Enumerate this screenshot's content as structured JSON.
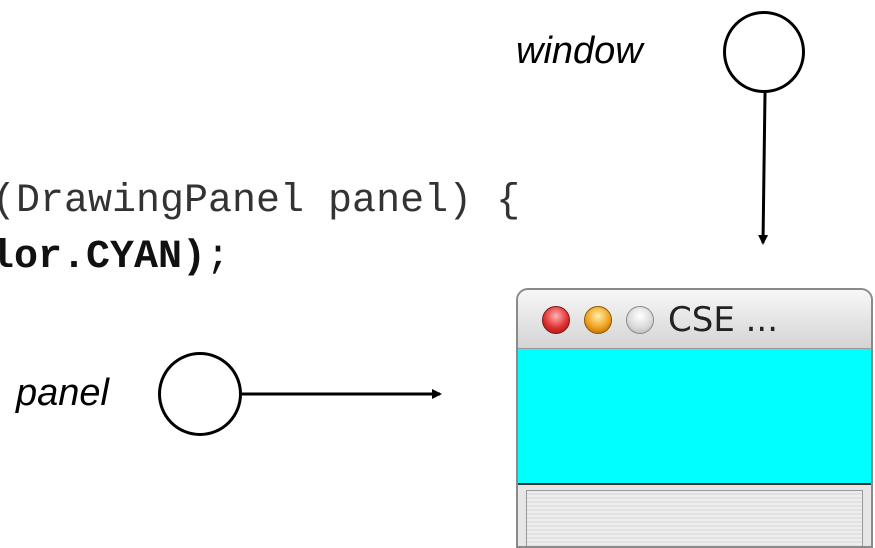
{
  "code": {
    "line1": "(DrawingPanel panel) {",
    "line2_bold": "lor.CYAN)",
    "line2_rest": ";"
  },
  "labels": {
    "window": "window",
    "panel": "panel"
  },
  "window": {
    "title": "CSE ...",
    "canvas_color": "#00ffff",
    "buttons": [
      "close-icon",
      "minimize-icon",
      "zoom-icon"
    ]
  }
}
